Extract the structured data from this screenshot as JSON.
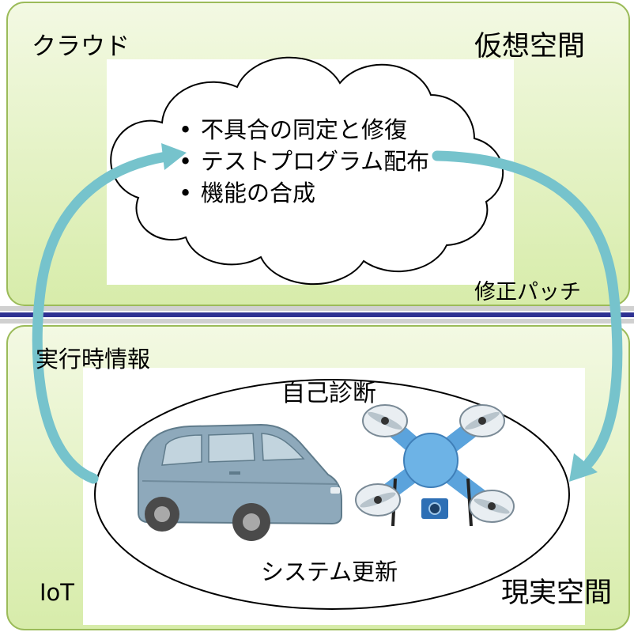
{
  "diagram": {
    "cloud_label": "クラウド",
    "virtual_space_label": "仮想空間",
    "cloud_tasks": [
      "不具合の同定と修復",
      "テストプログラム配布",
      "機能の合成"
    ],
    "patch_label": "修正パッチ",
    "runtime_info_label": "実行時情報",
    "self_diagnosis_label": "自己診断",
    "system_update_label": "システム更新",
    "iot_label": "IoT",
    "real_space_label": "現実空間"
  },
  "icons": {
    "vehicle": "car-icon",
    "drone": "drone-icon",
    "cloud": "cloud-shape"
  },
  "colors": {
    "panel_fill_top": "#f3f9e3",
    "panel_fill_bottom": "#d7ecaa",
    "panel_border": "#9bbb59",
    "divider": "#2e3192",
    "arrow": "#76c3cc",
    "car_body": "#8ea9bb",
    "drone_body": "#5ba3dc"
  }
}
